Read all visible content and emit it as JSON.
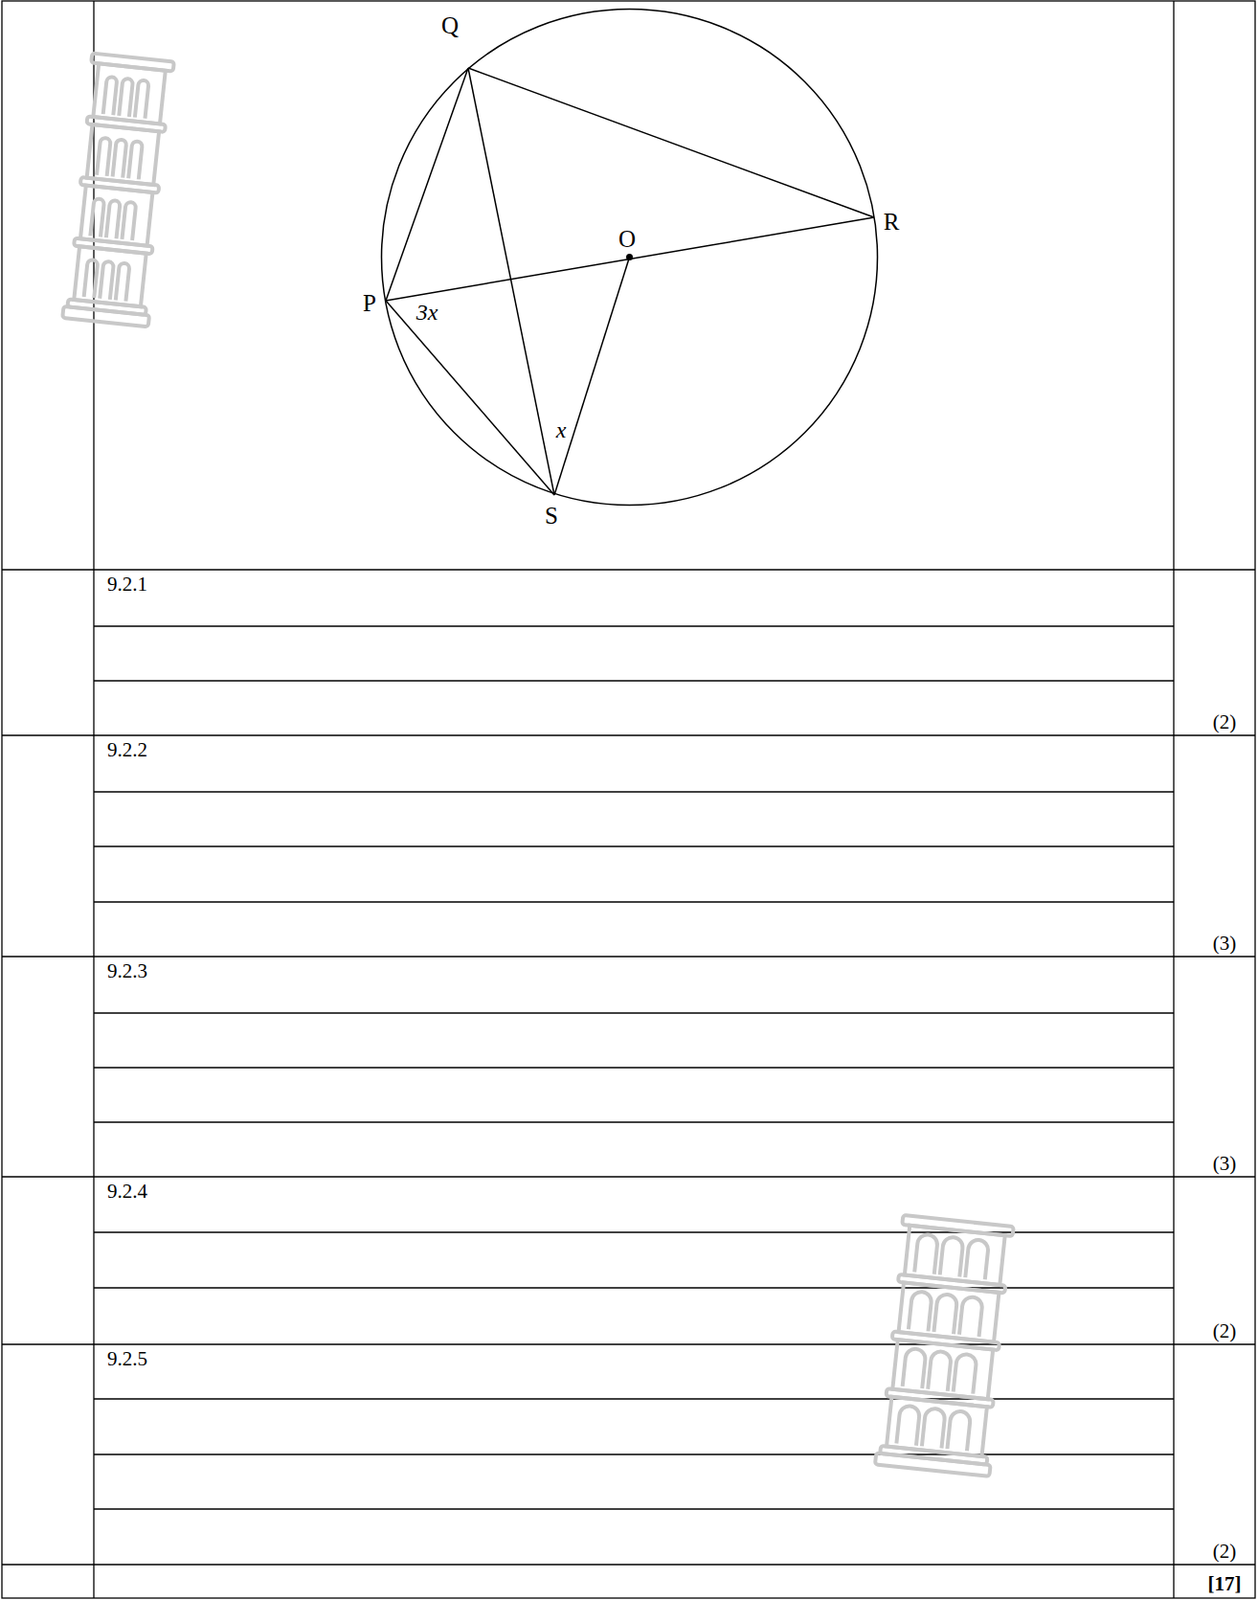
{
  "diagram": {
    "labels": [
      "Q",
      "R",
      "O",
      "P",
      "3x",
      "x",
      "S",
      "9.2.1",
      "(2)",
      "9.2.2",
      "(3)",
      "9.2.3",
      "(3)",
      "9.2.4",
      "(2)",
      "9.2.5",
      "(2)",
      "[17]"
    ]
  }
}
